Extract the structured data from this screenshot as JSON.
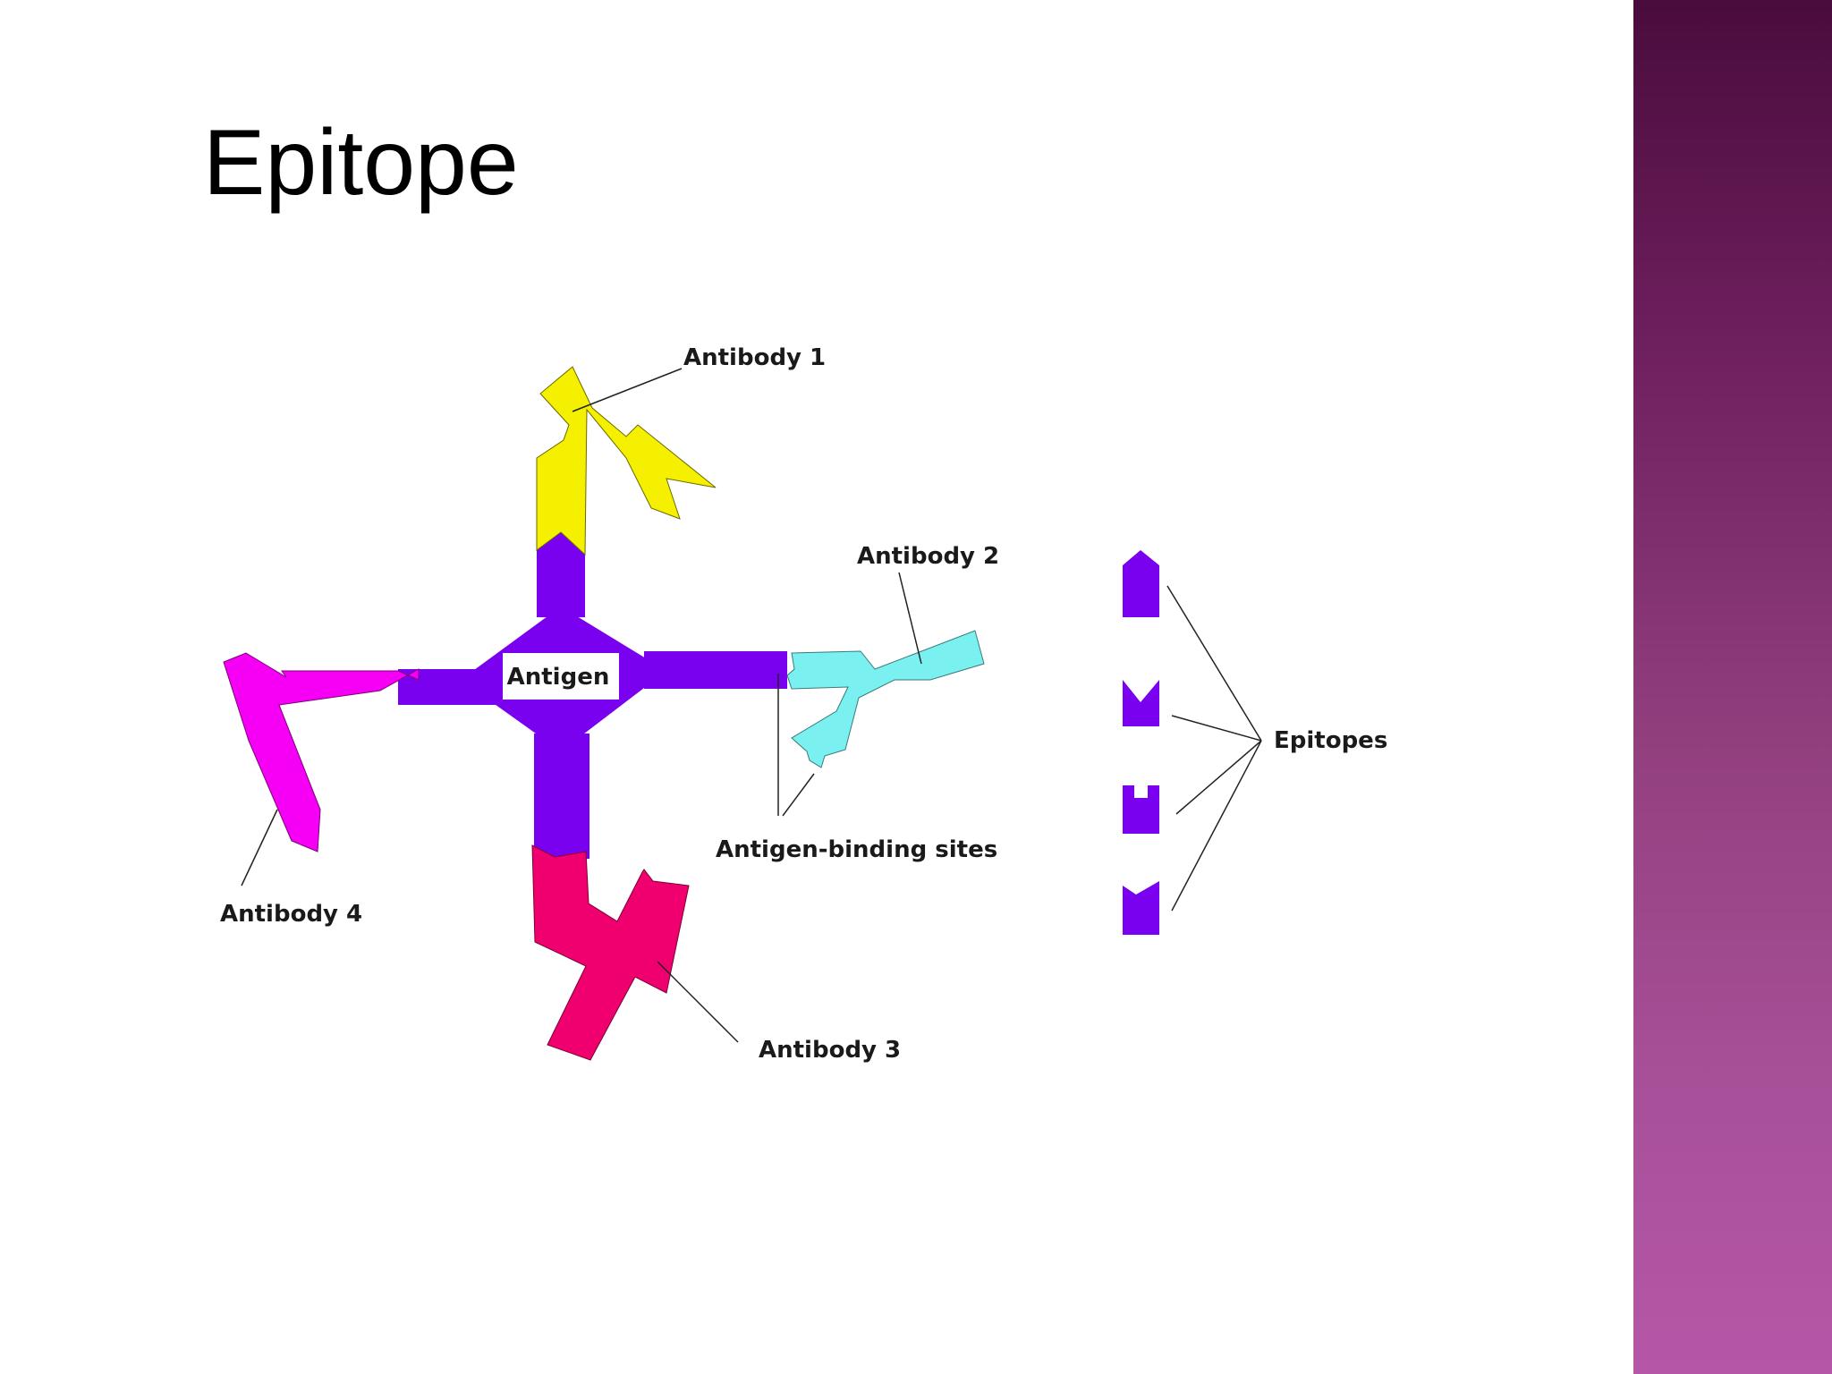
{
  "slide": {
    "title": "Epitope"
  },
  "diagram": {
    "antigen_label": "Antigen",
    "antibody_1_label": "Antibody 1",
    "antibody_2_label": "Antibody 2",
    "antibody_3_label": "Antibody 3",
    "antibody_4_label": "Antibody 4",
    "binding_sites_label": "Antigen-binding sites",
    "epitopes_label": "Epitopes"
  },
  "colors": {
    "antigen": "#7a00f0",
    "antibody_1": "#f5f000",
    "antibody_2": "#7af0f0",
    "antibody_3": "#f0006e",
    "antibody_4": "#f500f5",
    "side_band_top": "#4a0c3c",
    "side_band_bottom": "#b557a6"
  }
}
